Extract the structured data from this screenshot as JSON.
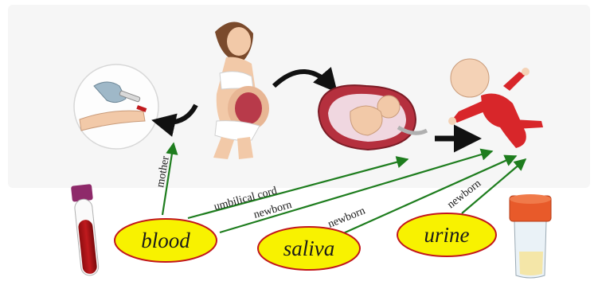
{
  "samples": {
    "blood": "blood",
    "saliva": "saliva",
    "urine": "urine"
  },
  "arrow_labels": {
    "mother": "mother",
    "umbilical_cord": "umbilical cord",
    "newborn_1": "newborn",
    "newborn_2": "newborn",
    "newborn_3": "newborn"
  },
  "colors": {
    "oval_fill": "#f8f200",
    "oval_stroke": "#c2161c",
    "arrow_green": "#1e7d1e",
    "arrow_black": "#111111",
    "panel_bg": "#f6f6f6"
  },
  "icons": [
    "blood-tube-icon",
    "urine-container-icon",
    "arm-blood-draw-icon",
    "pregnant-woman-icon",
    "fetus-in-womb-icon",
    "newborn-baby-icon"
  ]
}
